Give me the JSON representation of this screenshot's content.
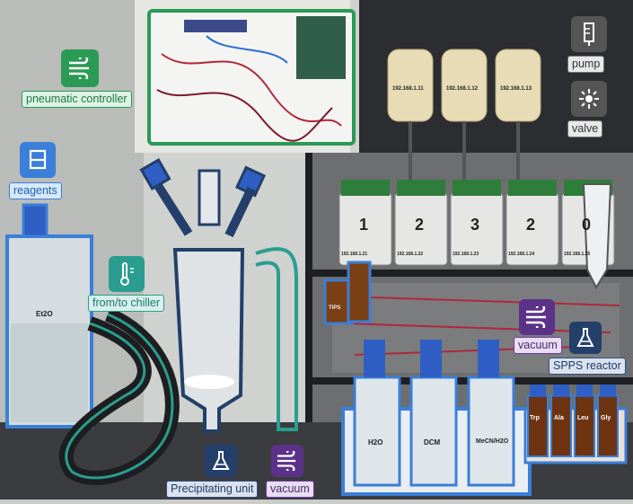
{
  "labels": {
    "pneumatic": "pneumatic controller",
    "reagents": "reagents",
    "chiller": "from/to chiller",
    "pump": "pump",
    "valve": "valve",
    "vacuum_right": "vacuum",
    "spps": "SPPS reactor",
    "precip": "Precipitating unit",
    "vacuum_bottom": "vacuum"
  },
  "bottles": {
    "et2o": "Et2O",
    "h2o": "H2O",
    "dcm": "DCM",
    "mecn": "MeCN/H2O",
    "tips": "TIPS"
  },
  "ips": [
    "192.168.1.11",
    "192.168.1.12",
    "192.168.1.13"
  ],
  "valve_ips": [
    "192.168.1.21",
    "192.168.1.22",
    "192.168.1.23",
    "192.168.1.24",
    "192.168.1.25"
  ],
  "valve_numbers": [
    "1",
    "2",
    "3",
    "2",
    "0"
  ],
  "amino_bottles": [
    "Trp",
    "Ala",
    "Leu",
    "Gly"
  ],
  "colors": {
    "green": "#2a9a55",
    "blue": "#3a7fd8",
    "teal": "#2a9d90",
    "purple": "#5c3289",
    "navy": "#233f6a",
    "gray": "#555555"
  }
}
